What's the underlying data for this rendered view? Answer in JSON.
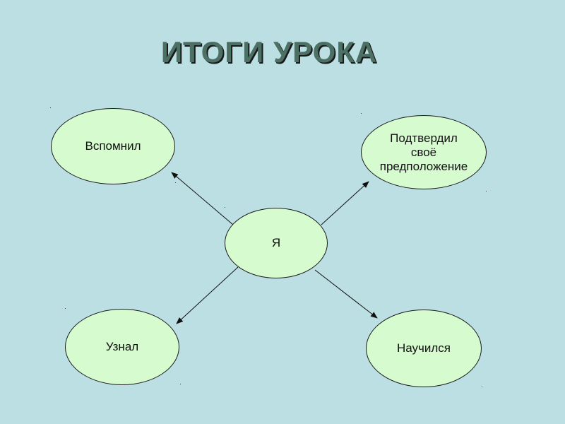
{
  "slide": {
    "title": "ИТОГИ УРОКА",
    "background": "#bcdfe3",
    "node_fill": "#d6fbcf",
    "title_color": "#4d7065"
  },
  "diagram": {
    "center": {
      "label": "Я"
    },
    "nodes": [
      {
        "id": "top-left",
        "lines": [
          "Вспомнил"
        ]
      },
      {
        "id": "top-right",
        "lines": [
          "Подтвердил",
          "своё",
          "предположение"
        ]
      },
      {
        "id": "bottom-left",
        "lines": [
          "Узнал"
        ]
      },
      {
        "id": "bottom-right",
        "lines": [
          "Научился"
        ]
      }
    ],
    "edges": [
      {
        "from": "Я",
        "to": "Вспомнил"
      },
      {
        "from": "Я",
        "to": "Подтвердил своё предположение"
      },
      {
        "from": "Я",
        "to": "Узнал"
      },
      {
        "from": "Я",
        "to": "Научился"
      }
    ]
  }
}
